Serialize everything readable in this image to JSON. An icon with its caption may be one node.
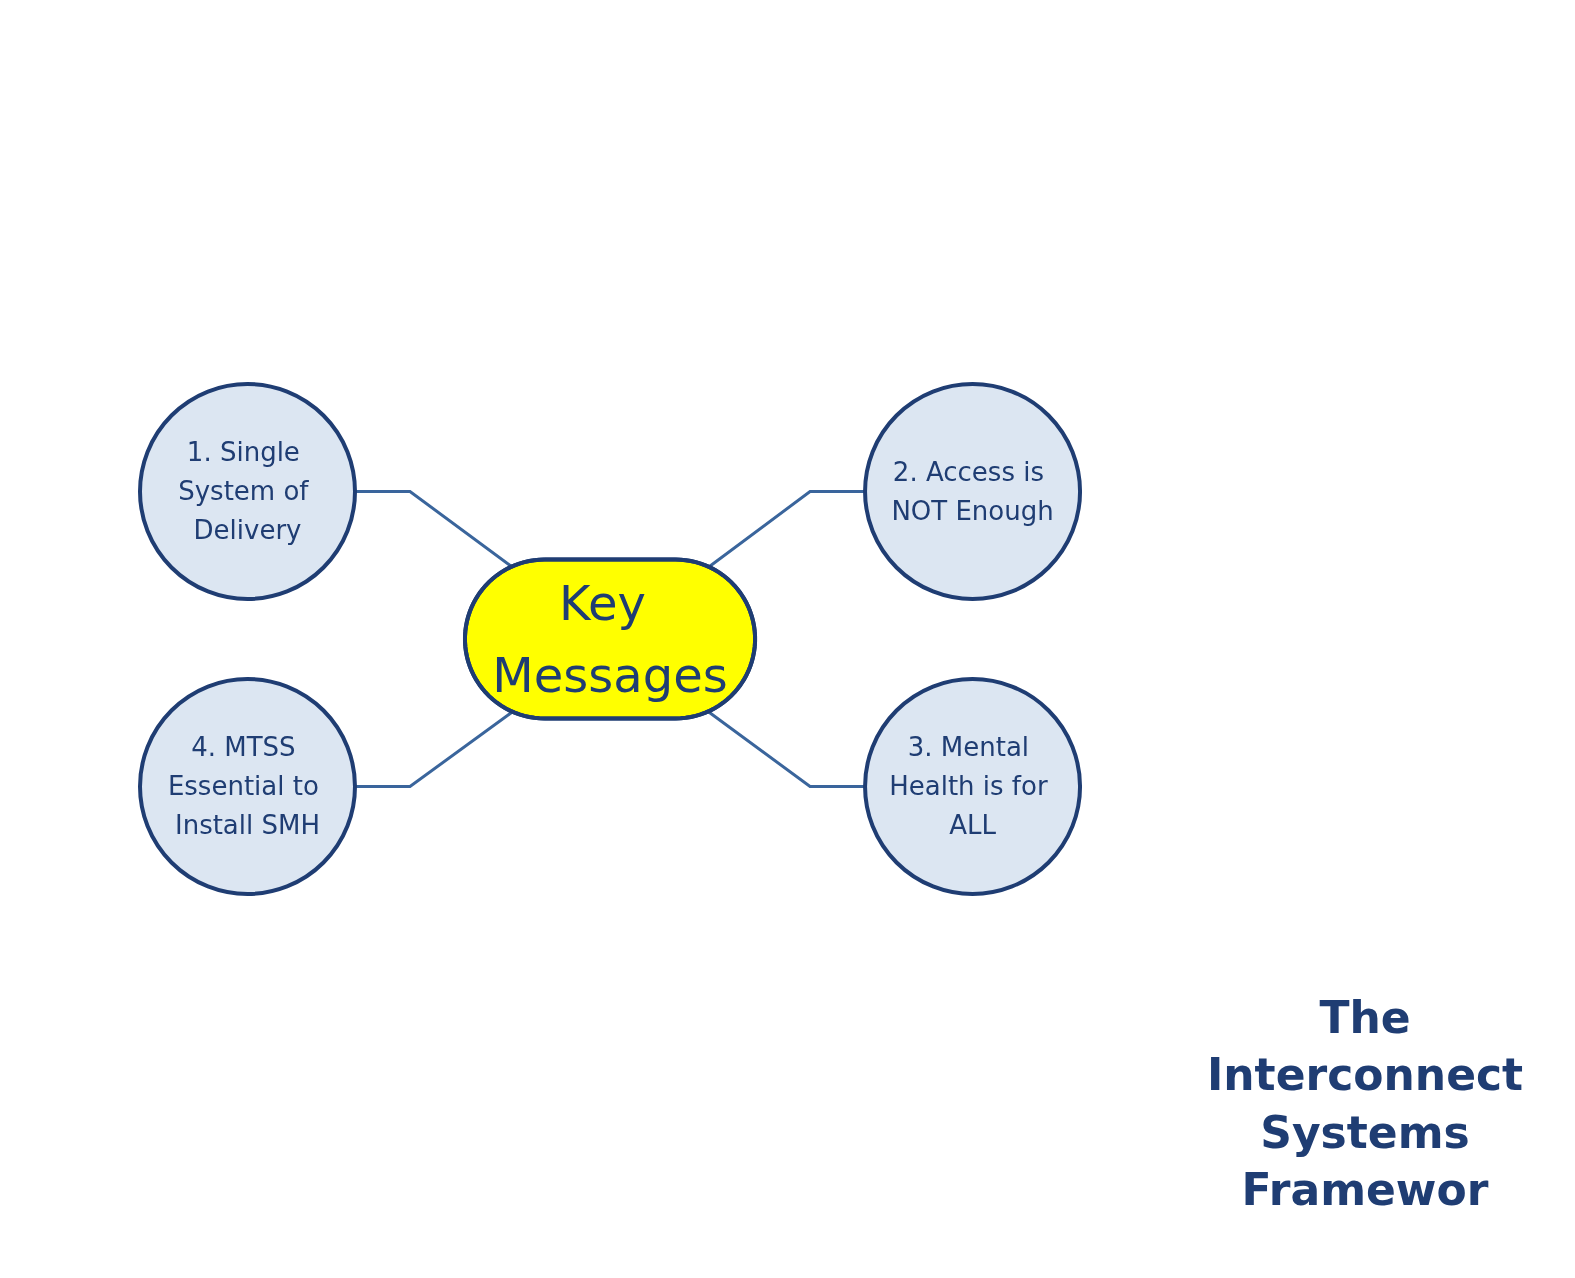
{
  "diagram": {
    "title": "The Interconnect Systems Framewor",
    "nodes": [
      {
        "text": [
          "1. Single System of Delivery"
        ]
      },
      {
        "text": [
          "Key Messages"
        ]
      },
      {
        "text": [
          "4. MTSS Essential to Install SMH"
        ]
      },
      {
        "text": [
          "2. Access is NOT Enough"
        ]
      },
      {
        "text": [
          "3. Mental Health is for ALL"
        ]
      }
    ],
    "edges": [
      {
        "from": 0,
        "to": 1,
        "arrow": "none"
      },
      {
        "from": 2,
        "to": 1,
        "arrow": "none"
      },
      {
        "from": 1,
        "to": 3,
        "arrow": "none"
      },
      {
        "from": 1,
        "to": 4,
        "arrow": "none"
      }
    ]
  }
}
